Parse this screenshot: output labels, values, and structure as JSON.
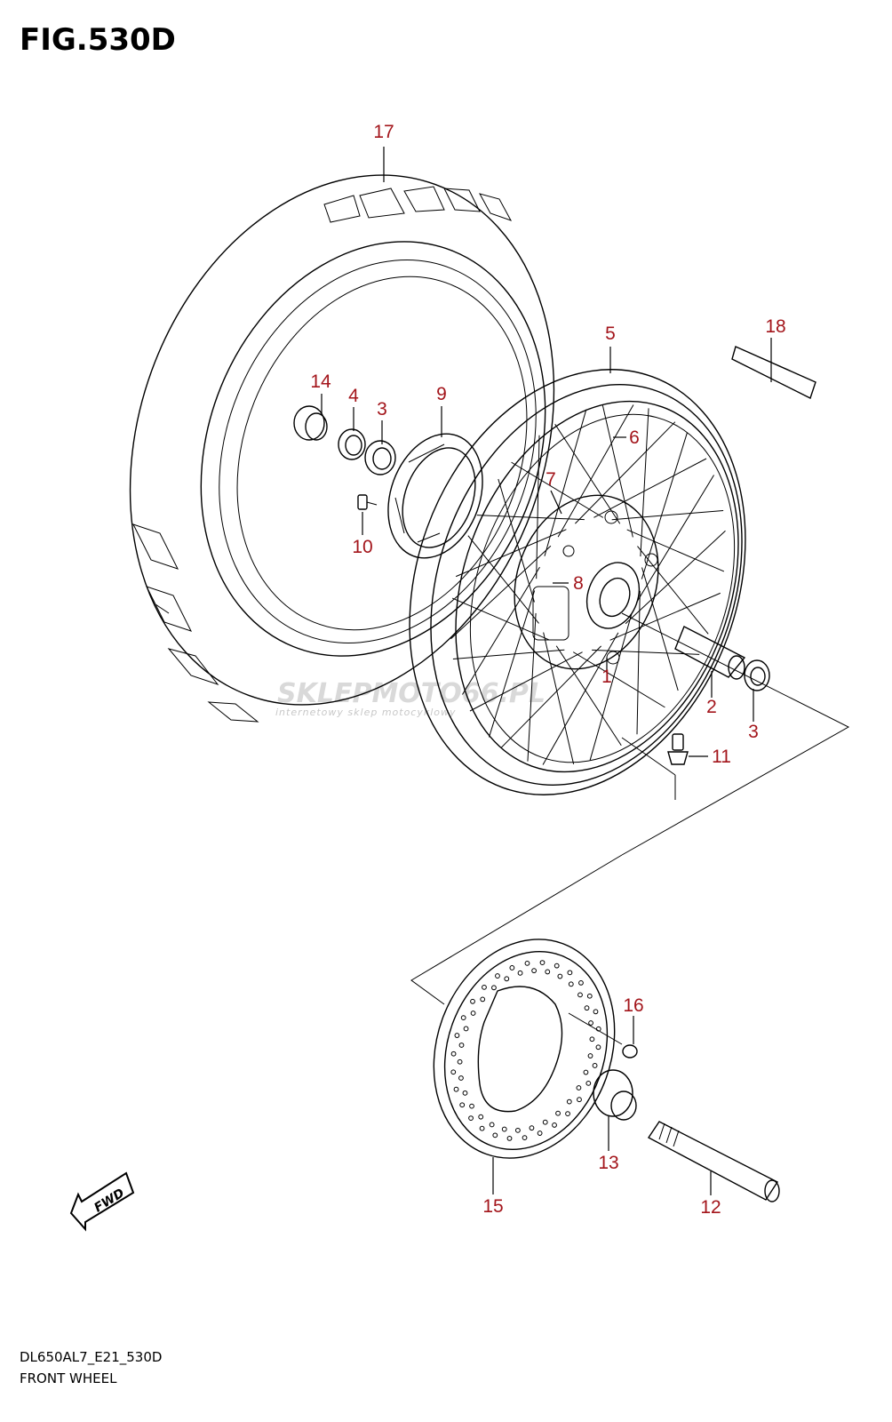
{
  "figure": {
    "title": "FIG.530D"
  },
  "footer": {
    "code": "DL650AL7_E21_530D",
    "name": "FRONT WHEEL"
  },
  "watermark": {
    "text": "SKLEPMOTO66.PL",
    "subtext": "internetowy sklep motocyklowy"
  },
  "fwd_label": "FWD",
  "callouts": [
    {
      "id": "17",
      "label": "17"
    },
    {
      "id": "5",
      "label": "5"
    },
    {
      "id": "18",
      "label": "18"
    },
    {
      "id": "14",
      "label": "14"
    },
    {
      "id": "4",
      "label": "4"
    },
    {
      "id": "3a",
      "label": "3"
    },
    {
      "id": "9",
      "label": "9"
    },
    {
      "id": "6",
      "label": "6"
    },
    {
      "id": "7",
      "label": "7"
    },
    {
      "id": "8",
      "label": "8"
    },
    {
      "id": "10",
      "label": "10"
    },
    {
      "id": "1",
      "label": "1"
    },
    {
      "id": "2",
      "label": "2"
    },
    {
      "id": "3b",
      "label": "3"
    },
    {
      "id": "11",
      "label": "11"
    },
    {
      "id": "16",
      "label": "16"
    },
    {
      "id": "13",
      "label": "13"
    },
    {
      "id": "15",
      "label": "15"
    },
    {
      "id": "12",
      "label": "12"
    }
  ]
}
